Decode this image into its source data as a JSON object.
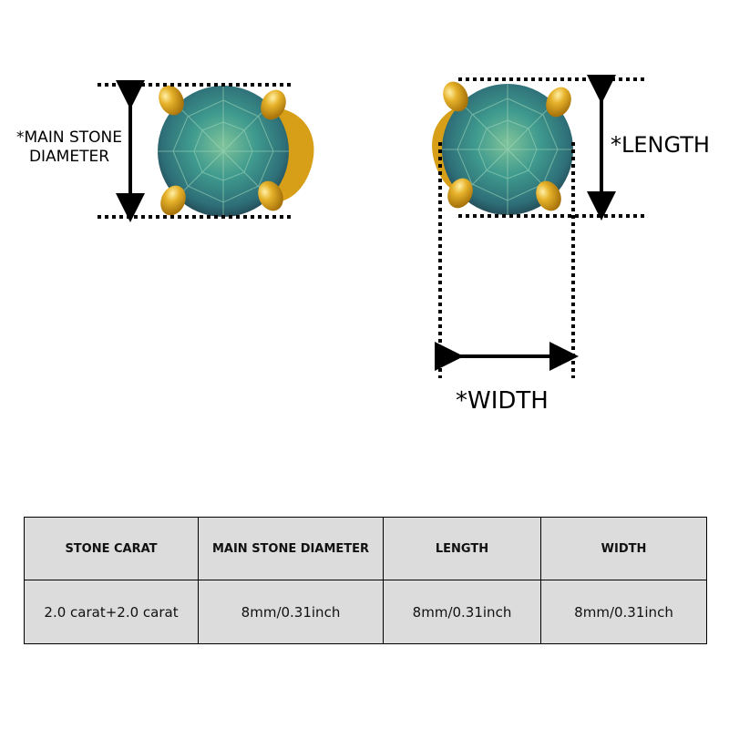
{
  "labels": {
    "main_stone_diameter": "*MAIN STONE\nDIAMETER",
    "length": "*LENGTH",
    "width": "*WIDTH"
  },
  "table": {
    "headers": [
      "STONE CARAT",
      "MAIN STONE DIAMETER",
      "LENGTH",
      "WIDTH"
    ],
    "rows": [
      [
        "2.0 carat+2.0 carat",
        "8mm/0.31inch",
        "8mm/0.31inch",
        "8mm/0.31inch"
      ]
    ]
  },
  "colors": {
    "stone": "#3f8f86",
    "stone_light": "#8cc9a8",
    "prong_gold": "#d9a21b",
    "table_fill": "#dcdcdc",
    "line": "#000000"
  }
}
